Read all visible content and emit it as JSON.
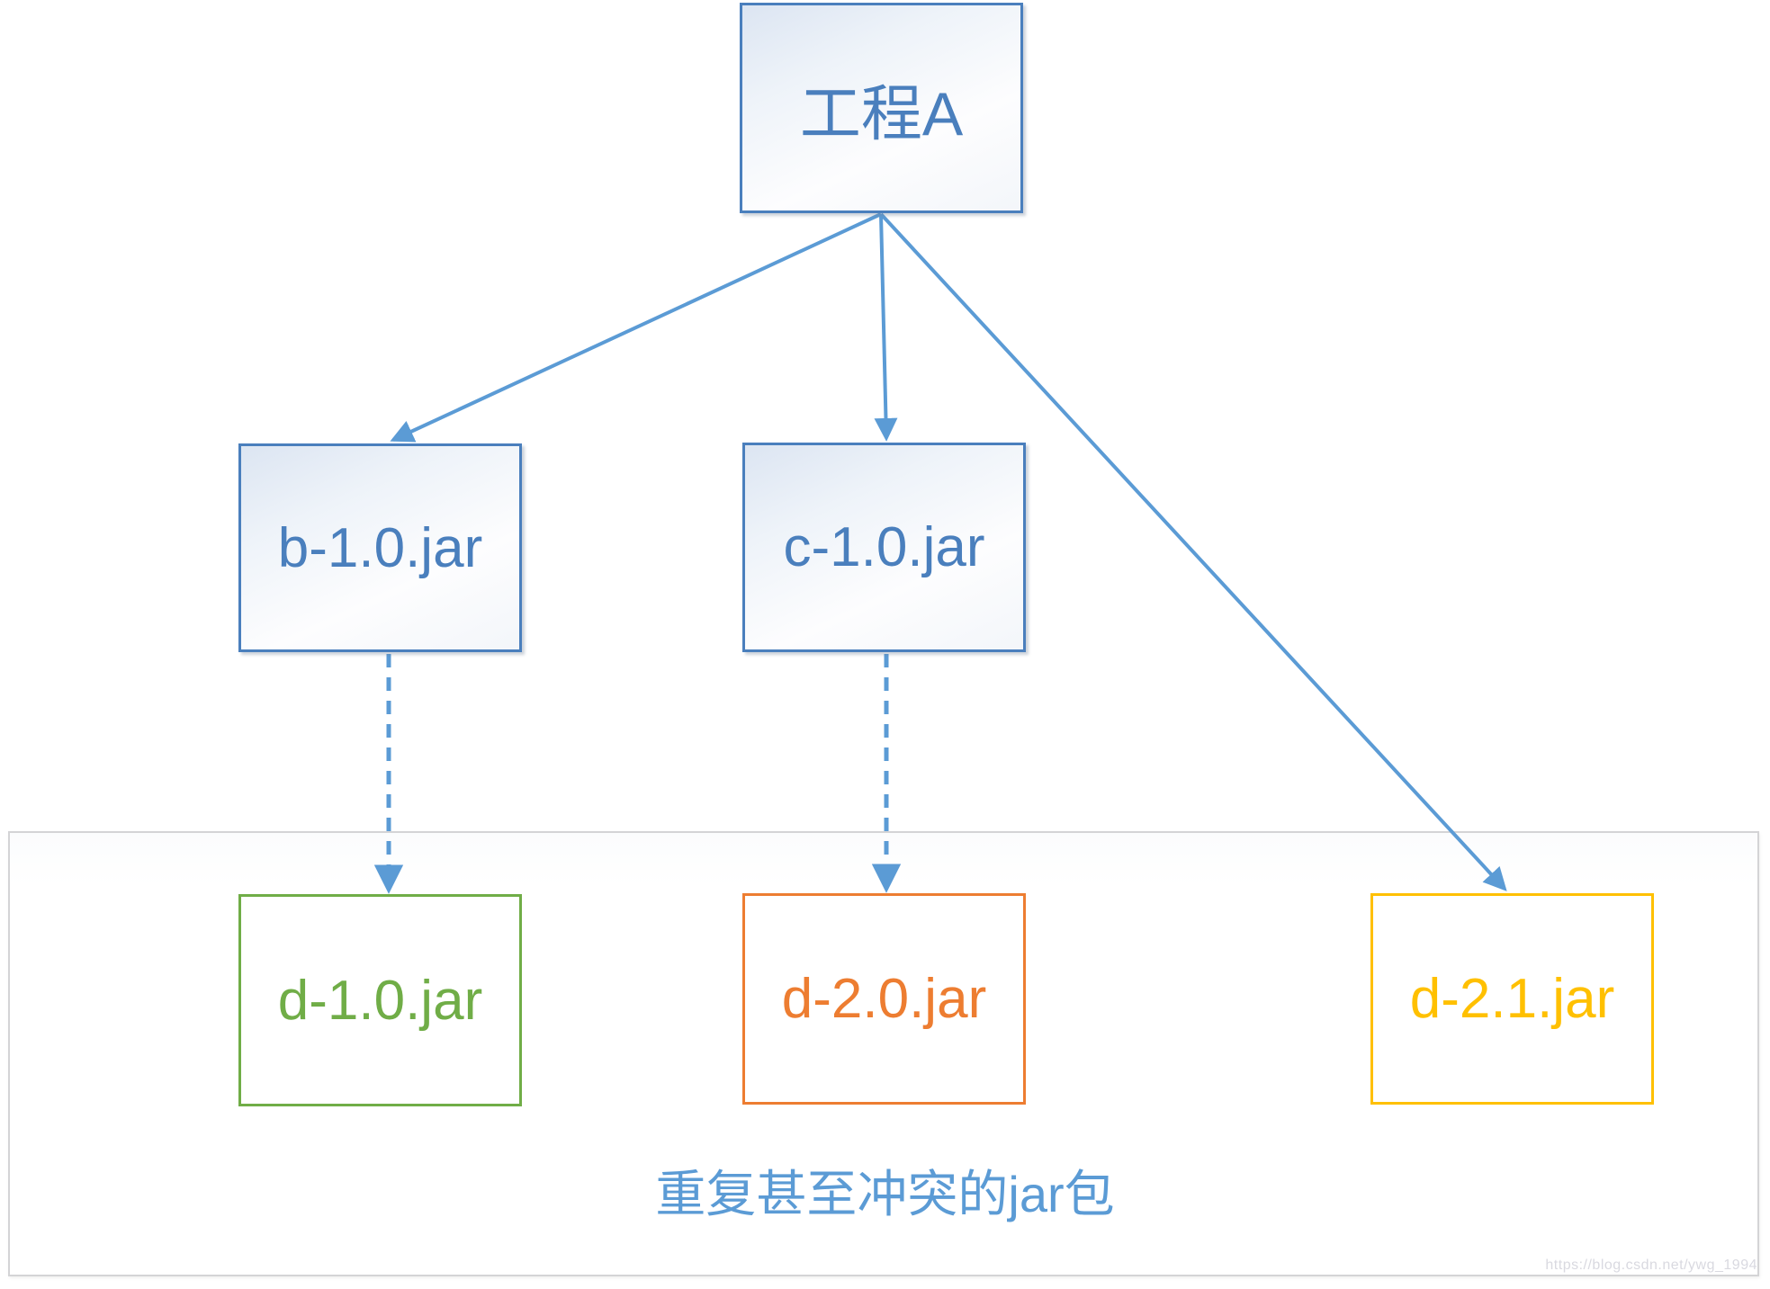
{
  "diagram": {
    "type": "dependency-tree",
    "nodes": [
      {
        "id": "project-a",
        "label": "工程A",
        "color": "#4a7fbd",
        "style": "blue-gradient-box"
      },
      {
        "id": "b-1.0.jar",
        "label": "b-1.0.jar",
        "color": "#4a7fbd",
        "style": "blue-gradient-box"
      },
      {
        "id": "c-1.0.jar",
        "label": "c-1.0.jar",
        "color": "#4a7fbd",
        "style": "blue-gradient-box"
      },
      {
        "id": "d-1.0.jar",
        "label": "d-1.0.jar",
        "color": "#70ad47",
        "style": "green-outline-box"
      },
      {
        "id": "d-2.0.jar",
        "label": "d-2.0.jar",
        "color": "#ed7d31",
        "style": "orange-outline-box"
      },
      {
        "id": "d-2.1.jar",
        "label": "d-2.1.jar",
        "color": "#ffc000",
        "style": "yellow-outline-box"
      }
    ],
    "edges": [
      {
        "from": "project-a",
        "to": "b-1.0.jar",
        "style": "solid",
        "arrow": true
      },
      {
        "from": "project-a",
        "to": "c-1.0.jar",
        "style": "solid",
        "arrow": true
      },
      {
        "from": "project-a",
        "to": "d-2.1.jar",
        "style": "solid",
        "arrow": true
      },
      {
        "from": "b-1.0.jar",
        "to": "d-1.0.jar",
        "style": "dashed",
        "arrow": true
      },
      {
        "from": "c-1.0.jar",
        "to": "d-2.0.jar",
        "style": "dashed",
        "arrow": true
      }
    ],
    "group_panel": {
      "contains": [
        "d-1.0.jar",
        "d-2.0.jar",
        "d-2.1.jar"
      ],
      "caption": "重复甚至冲突的jar包"
    },
    "watermark": "https://blog.csdn.net/ywg_1994",
    "colors": {
      "arrow_blue": "#5b9bd5",
      "node_blue": "#4a7fbd",
      "green": "#70ad47",
      "orange": "#ed7d31",
      "yellow": "#ffc000",
      "panel_border": "#d4d4d6",
      "watermark_gray": "#d9d9e0"
    }
  }
}
